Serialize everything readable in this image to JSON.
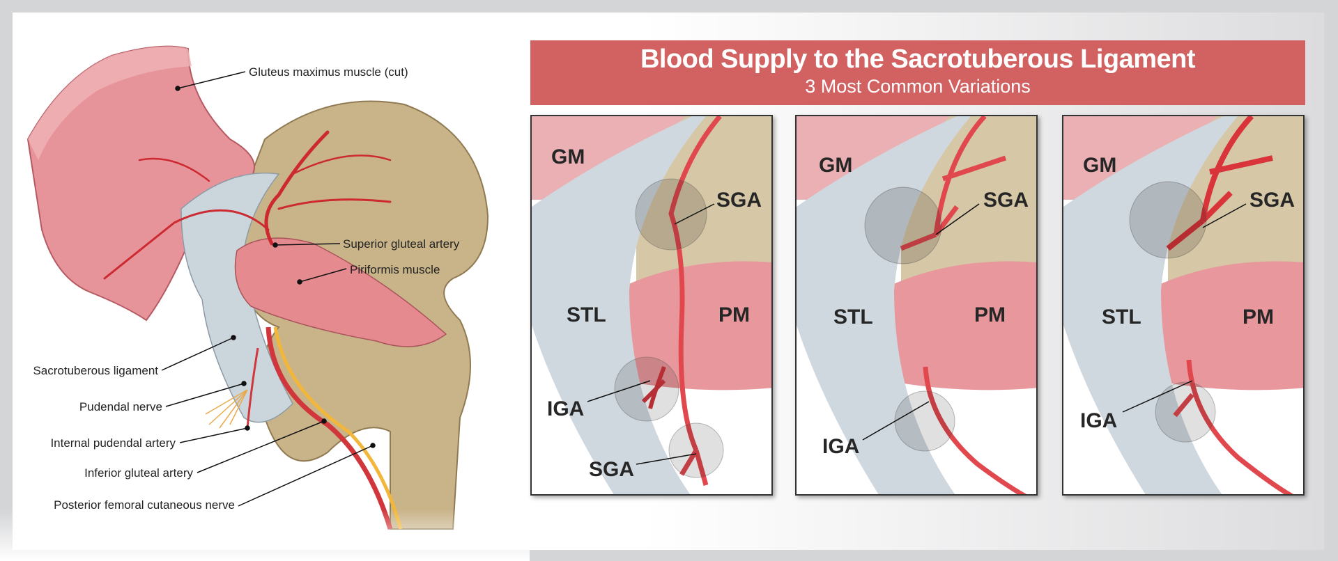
{
  "title": "Blood Supply to the Sacrotuberous Ligament",
  "subtitle": "3 Most Common Variations",
  "colors": {
    "banner": "#d26262",
    "artery": "#d8343a",
    "muscle": "#e58a8e",
    "bone": "#c9b48a",
    "ligament": "#c9d3da",
    "nerve": "#f2b73a"
  },
  "anatomy_labels": {
    "gluteus_maximus": "Gluteus maximus muscle (cut)",
    "superior_gluteal_artery": "Superior gluteal artery",
    "piriformis": "Piriformis muscle",
    "sacrotuberous_ligament": "Sacrotuberous ligament",
    "pudendal_nerve": "Pudendal nerve",
    "internal_pudendal_artery": "Internal pudendal artery",
    "inferior_gluteal_artery": "Inferior gluteal artery",
    "posterior_femoral_cutaneous_nerve": "Posterior femoral cutaneous nerve"
  },
  "panels": [
    {
      "gm": "GM",
      "sga": "SGA",
      "stl": "STL",
      "pm": "PM",
      "iga": "IGA",
      "sga2": "SGA"
    },
    {
      "gm": "GM",
      "sga": "SGA",
      "stl": "STL",
      "pm": "PM",
      "iga": "IGA"
    },
    {
      "gm": "GM",
      "sga": "SGA",
      "stl": "STL",
      "pm": "PM",
      "iga": "IGA"
    }
  ]
}
